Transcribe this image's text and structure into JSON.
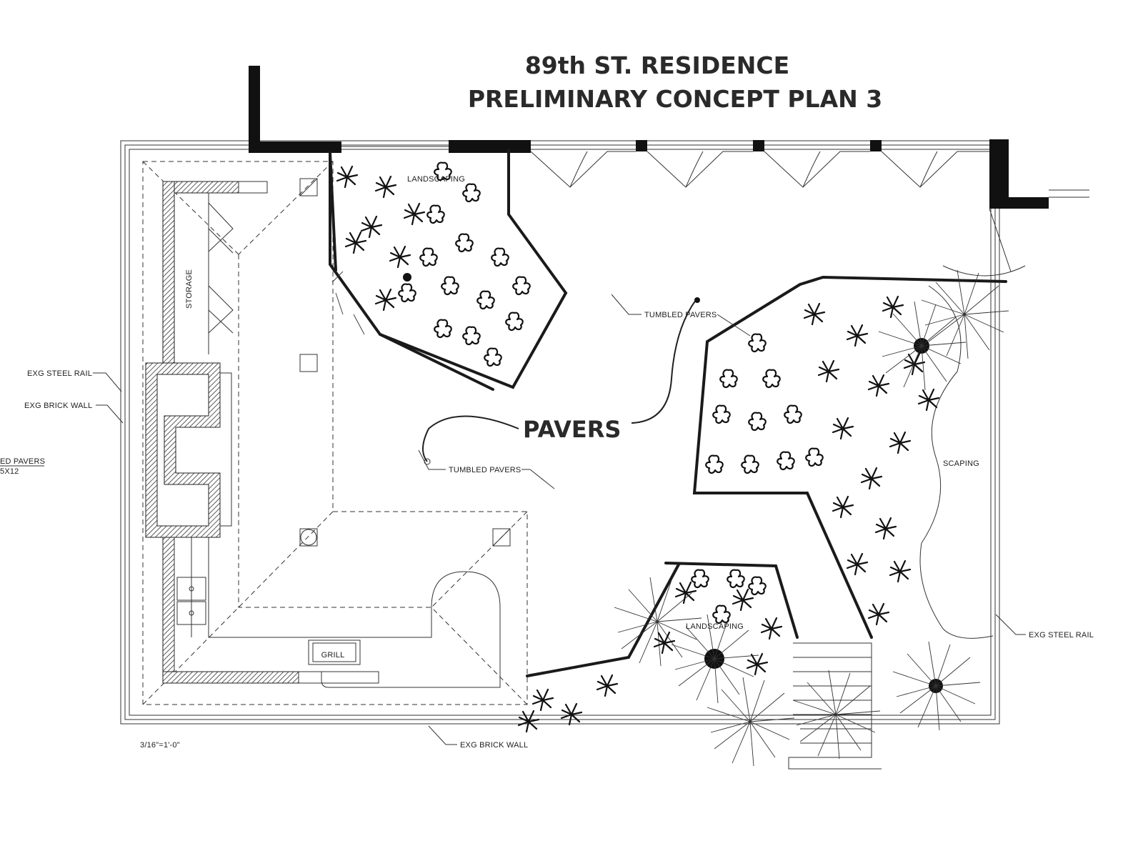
{
  "title": {
    "line1": "89th ST. RESIDENCE",
    "line2": "PRELIMINARY CONCEPT PLAN 3"
  },
  "labels": {
    "storage": "STORAGE",
    "grill": "GRILL",
    "landscaping_top": "LANDSCAPING",
    "landscaping_mid": "LANDSCAPING",
    "landscaping_right": "SCAPING",
    "pavers": "PAVERS",
    "tumbled_pavers_top": "TUMBLED PAVERS",
    "tumbled_pavers_mid": "TUMBLED PAVERS",
    "exg_steel_rail_left": "EXG STEEL RAIL",
    "exg_brick_wall_left": "EXG BRICK WALL",
    "exg_steel_rail_right": "EXG STEEL RAIL",
    "exg_brick_wall_bottom": "EXG BRICK WALL",
    "cut_label_1": "ED PAVERS",
    "cut_label_2": "5X12",
    "scale": "3/16\"=1'-0\""
  },
  "colors": {
    "ink": "#1a1a1a",
    "paper": "#ffffff"
  }
}
